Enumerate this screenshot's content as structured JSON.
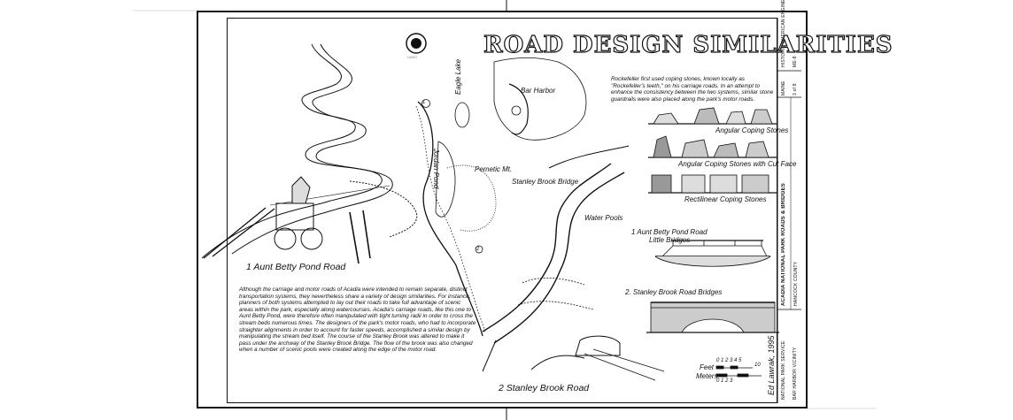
{
  "sheet": {
    "title": "ROAD DESIGN SIMILARITIES",
    "logo_text": "HABS",
    "paragraph": "Although the carriage and motor roads of Acadia were intended to remain separate, distinct transportation systems, they nevertheless share a variety of design similarities. For instance, planners of both systems attempted to lay out their roads to take full advantage of scenic areas within the park, especially along watercourses. Acadia's carriage roads, like this one to Aunt Betty Pond, were therefore often manipulated with tight turning radii in order to cross the stream beds numerous times. The designers of the park's motor roads, who had to incorporate straighter alignments in order to account for faster speeds, accomplished a similar design by manipulating the stream bed itself. The course of the Stanley Brook was altered to make it pass under the archway of the Stanley Brook Bridge. The flow of the brook was also changed when a number of scenic pools were created along the edge of the motor road.",
    "coping_paragraph": "Rockefeller first used coping stones, known locally as \"Rockefeller's teeth,\" on his carriage roads. In an attempt to enhance the consistency between the two systems, similar stone guardrails were also placed along the park's motor roads."
  },
  "labels": {
    "aunt_betty_road": "1 Aunt Betty   Pond Road",
    "stanley_brook_road": "2 Stanley Brook Road",
    "bar_harbor": "Bar Harbor",
    "eagle_lake": "Eagle Lake",
    "pemetic_mt": "Pemetic Mt.",
    "jordan_pond": "Jordan Pond",
    "stanley_brook_bridge": "Stanley Brook Bridge",
    "water_pools": "Water Pools",
    "angular_coping": "Angular Coping Stones",
    "angular_coping_cut": "Angular Coping Stones with Cut Face",
    "rectilinear_coping": "Rectilinear Coping Stones",
    "aunt_betty_bridges_1": "1  Aunt Betty   Pond Road",
    "aunt_betty_bridges_2": "Little Bridges",
    "stanley_bridges": "2. Stanley Brook Road Bridges",
    "feet": "Feet",
    "meters": "Meters",
    "scale_feet_ticks": "0 1 2 3 4 5",
    "scale_feet_end": "10",
    "scale_meters_ticks": "0   1   2   3",
    "signature": "Ed Lawrak, 1995",
    "map_marker_1": "1",
    "map_marker_2": "2"
  },
  "title_block": {
    "park": "ACADIA NATIONAL PARK  ROADS & BRIDGES",
    "county": "HANCOCK COUNTY",
    "state": "MAINE",
    "sheet_no": "3 of 8",
    "survey": "HISTORIC AMERICAN ENGINEERING RECORD",
    "survey_no": "ME-8",
    "agency": "NATIONAL PARK SERVICE",
    "location": "BAR HARBOR VICINITY"
  },
  "colors": {
    "ink": "#111111",
    "paper": "#ffffff"
  }
}
